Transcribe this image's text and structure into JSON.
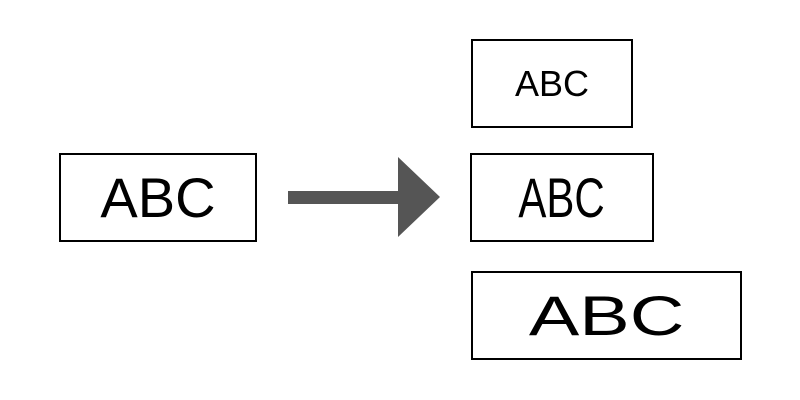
{
  "source": {
    "text": "ABC"
  },
  "arrow": {
    "color": "#555555"
  },
  "results": [
    {
      "variant": "smaller",
      "text": "ABC"
    },
    {
      "variant": "condensed",
      "text": "ABC"
    },
    {
      "variant": "expanded",
      "text": "ABC"
    }
  ]
}
